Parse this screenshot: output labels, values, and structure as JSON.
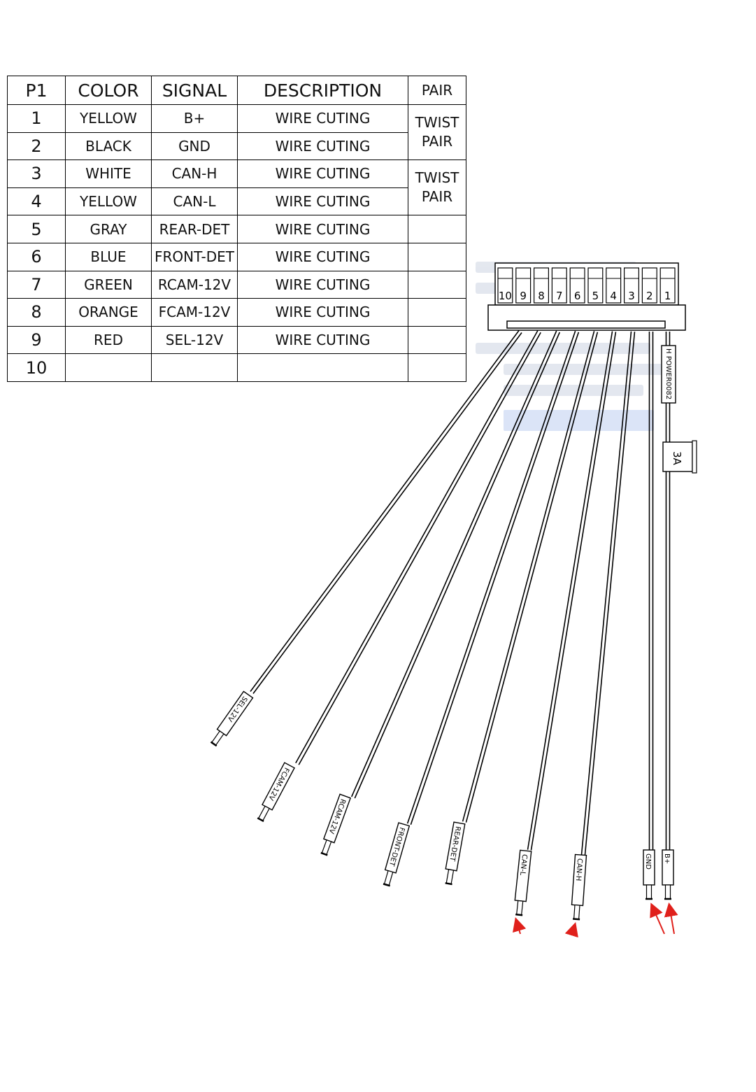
{
  "table": {
    "headers": [
      "P1",
      "COLOR",
      "SIGNAL",
      "DESCRIPTION",
      "PAIR"
    ],
    "rows": [
      {
        "pin": "1",
        "color": "YELLOW",
        "signal": "B+",
        "description": "WIRE CUTING"
      },
      {
        "pin": "2",
        "color": "BLACK",
        "signal": "GND",
        "description": "WIRE CUTING"
      },
      {
        "pin": "3",
        "color": "WHITE",
        "signal": "CAN-H",
        "description": "WIRE CUTING"
      },
      {
        "pin": "4",
        "color": "YELLOW",
        "signal": "CAN-L",
        "description": "WIRE CUTING"
      },
      {
        "pin": "5",
        "color": "GRAY",
        "signal": "REAR-DET",
        "description": "WIRE CUTING"
      },
      {
        "pin": "6",
        "color": "BLUE",
        "signal": "FRONT-DET",
        "description": "WIRE CUTING"
      },
      {
        "pin": "7",
        "color": "GREEN",
        "signal": "RCAM-12V",
        "description": "WIRE CUTING"
      },
      {
        "pin": "8",
        "color": "ORANGE",
        "signal": "FCAM-12V",
        "description": "WIRE CUTING"
      },
      {
        "pin": "9",
        "color": "RED",
        "signal": "SEL-12V",
        "description": "WIRE CUTING"
      },
      {
        "pin": "10",
        "color": "",
        "signal": "",
        "description": ""
      }
    ],
    "pairs": [
      {
        "line1": "TWIST",
        "line2": "PAIR"
      },
      {
        "line1": "TWIST",
        "line2": "PAIR"
      }
    ]
  },
  "connector": {
    "pin_labels": [
      "10",
      "9",
      "8",
      "7",
      "6",
      "5",
      "4",
      "3",
      "2",
      "1"
    ]
  },
  "wire_labels": {
    "sel": "SEL-12V",
    "fcam": "FCAM-12V",
    "rcam": "RCAM-12V",
    "front_det": "FRONT-DET",
    "rear_det": "REAR-DET",
    "can_l": "CAN-L",
    "can_h": "CAN-H",
    "gnd": "GND",
    "bplus": "B+",
    "fuse_holder": "H POWER0082",
    "fuse": "3A"
  },
  "colors": {
    "line": "#000000",
    "arrow": "#e0201b",
    "ghost_text": "#6b7fa8",
    "ghost_button": "#3c6fd6"
  }
}
